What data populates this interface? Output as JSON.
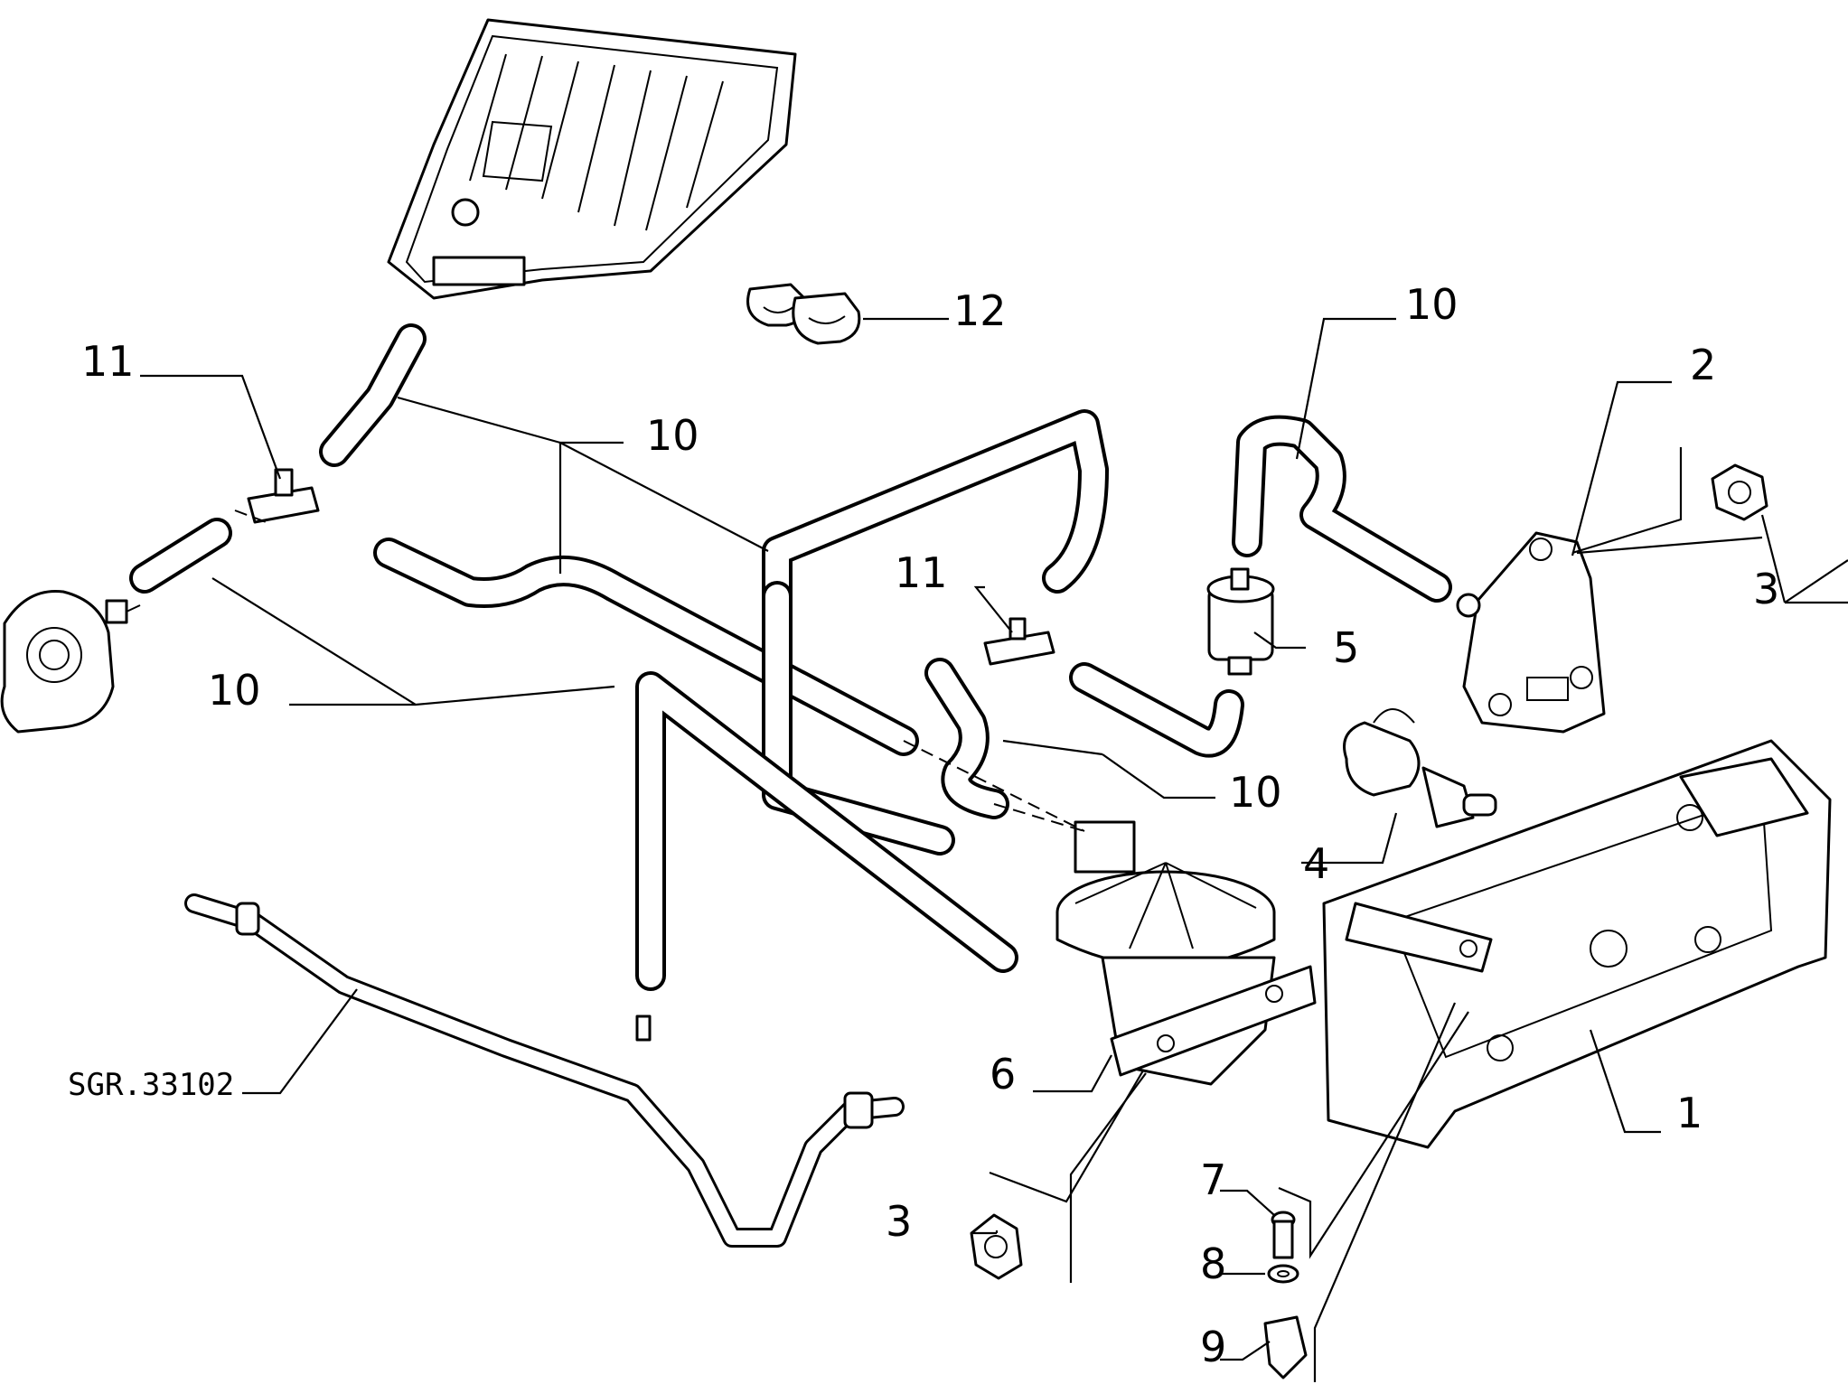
{
  "diagram": {
    "code": "SGR.33102",
    "callouts": [
      "1",
      "2",
      "3",
      "3",
      "4",
      "5",
      "6",
      "7",
      "8",
      "9",
      "10",
      "10",
      "10",
      "10",
      "11",
      "11",
      "12"
    ]
  }
}
